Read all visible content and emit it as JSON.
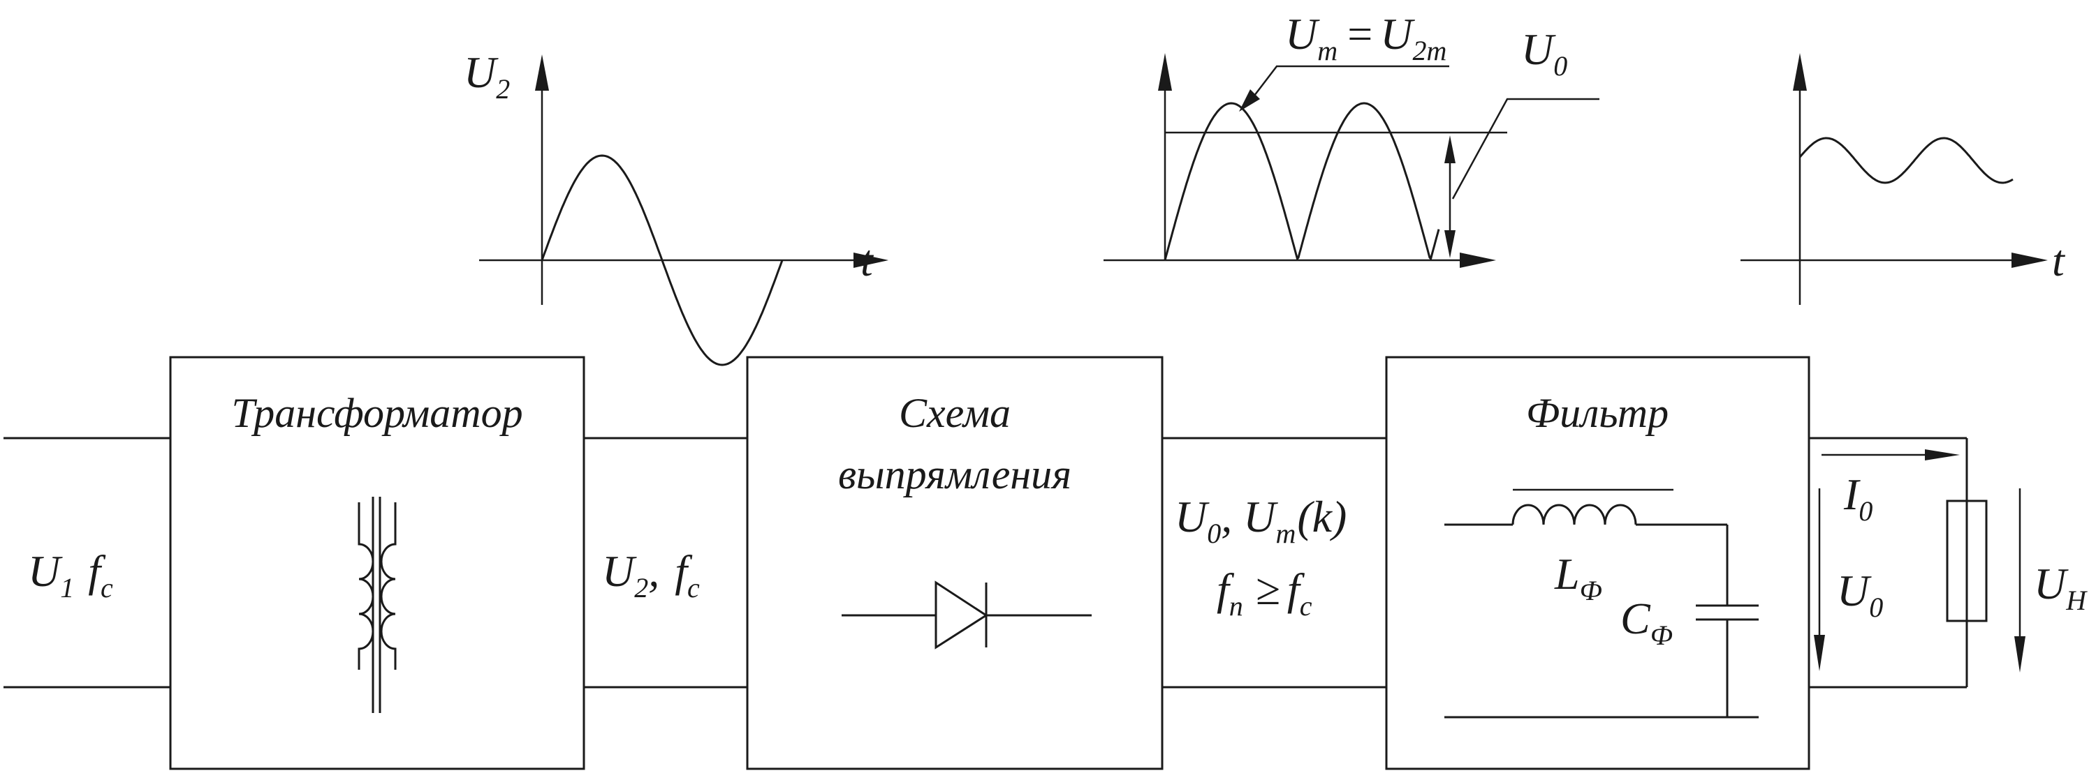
{
  "blocks": {
    "transformer": {
      "title": "Трансформатор"
    },
    "rectifier": {
      "title_line1": "Схема",
      "title_line2": "выпрямления"
    },
    "filter": {
      "title": "Фильтр"
    }
  },
  "labels": {
    "input": {
      "u": "U",
      "u_sub": "1",
      "f": "f",
      "f_sub": "c"
    },
    "after_transformer": {
      "u": "U",
      "u_sub": "2",
      "sep": ",",
      "f": "f",
      "f_sub": "c"
    },
    "after_rectifier_1": {
      "u0": "U",
      "u0_sub": "0",
      "sep": ",",
      "um": "U",
      "um_sub": "m",
      "k": "(k)"
    },
    "after_rectifier_2": {
      "fn": "f",
      "fn_sub": "n",
      "rel": "≥",
      "fc": "f",
      "fc_sub": "c"
    },
    "inductor": {
      "l": "L",
      "l_sub": "Ф"
    },
    "capacitor": {
      "c": "C",
      "c_sub": "Ф"
    },
    "output_current": {
      "i": "I",
      "i_sub": "0"
    },
    "output_voltage": {
      "u": "U",
      "u_sub": "0"
    },
    "load_voltage": {
      "u": "U",
      "u_sub": "Н"
    }
  },
  "graphs": {
    "g1": {
      "ylabel": "U",
      "ylabel_sub": "2",
      "xlabel": "t"
    },
    "g2": {
      "peak_u": "U",
      "peak_u_sub": "m",
      "eq": "=",
      "peak_u2": "U",
      "peak_u2_sub": "2m",
      "dc_u": "U",
      "dc_u_sub": "0"
    },
    "g3": {
      "xlabel": "t"
    }
  }
}
